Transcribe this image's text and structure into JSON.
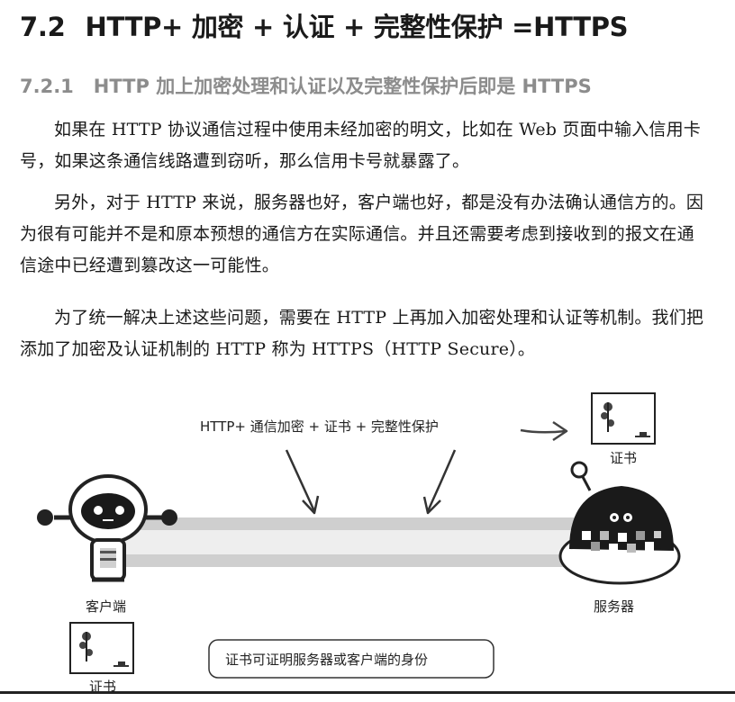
{
  "heading": {
    "number": "7.2",
    "title": "HTTP+ 加密 + 认证 + 完整性保护 =HTTPS"
  },
  "subheading": {
    "number": "7.2.1",
    "title": "HTTP 加上加密处理和认证以及完整性保护后即是 HTTPS"
  },
  "paragraphs": [
    "如果在 HTTP 协议通信过程中使用未经加密的明文，比如在 Web 页面中输入信用卡号，如果这条通信线路遭到窃听，那么信用卡号就暴露了。",
    "另外，对于 HTTP 来说，服务器也好，客户端也好，都是没有办法确认通信方的。因为很有可能并不是和原本预想的通信方在实际通信。并且还需要考虑到接收到的报文在通信途中已经遭到篡改这一可能性。",
    "为了统一解决上述这些问题，需要在 HTTP 上再加入加密处理和认证等机制。我们把添加了加密及认证机制的 HTTP 称为 HTTPS（HTTP Secure）。"
  ],
  "figure": {
    "channel_label": "HTTP+ 通信加密 + 证书 + 完整性保护",
    "client_label": "客户端",
    "server_label": "服务器",
    "cert_label_top": "证书",
    "cert_label_bottom": "证书",
    "caption": "证书可证明服务器或客户端的身份"
  }
}
